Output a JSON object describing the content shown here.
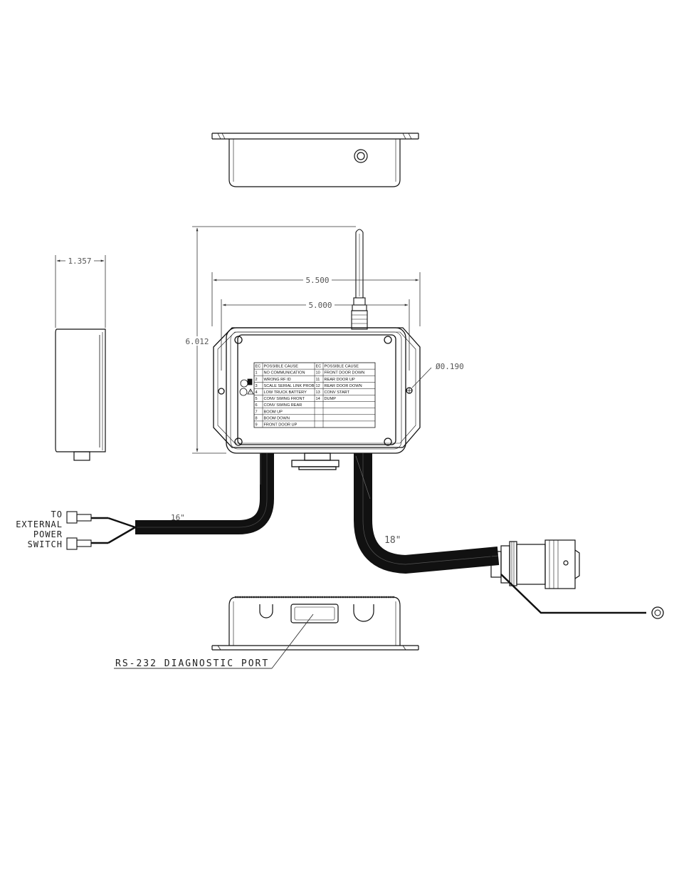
{
  "dimensions": {
    "depth": "1.357",
    "overall_width": "5.500",
    "hole_spacing": "5.000",
    "height": "6.012",
    "hole_diameter": "Ø0.190"
  },
  "cables": {
    "left_length": "16\"",
    "right_length": "18\""
  },
  "labels": {
    "power_line1": "TO",
    "power_line2": "EXTERNAL",
    "power_line3": "POWER",
    "power_line4": "SWITCH",
    "diagnostic_port": "RS-232 DIAGNOSTIC PORT"
  },
  "error_table": {
    "headers": [
      "EC",
      "POSSIBLE CAUSE",
      "EC",
      "POSSIBLE CAUSE"
    ],
    "rows": [
      [
        "1",
        "NO COMMUNICATION",
        "10",
        "FRONT DOOR DOWN"
      ],
      [
        "2",
        "WRONG RF ID",
        "11",
        "REAR DOOR UP"
      ],
      [
        "3",
        "SCALE SERIAL LINK PROB",
        "12",
        "REAR DOOR DOWN"
      ],
      [
        "4",
        "LOW TRUCK BATTERY",
        "13",
        "CONV START"
      ],
      [
        "5",
        "CONV SWING FRONT",
        "14",
        "DUMP"
      ],
      [
        "6",
        "CONV SWING REAR",
        "",
        ""
      ],
      [
        "7",
        "BOOM UP",
        "",
        ""
      ],
      [
        "8",
        "BOOM DOWN",
        "",
        ""
      ],
      [
        "9",
        "FRONT DOOR UP",
        "",
        ""
      ]
    ]
  }
}
